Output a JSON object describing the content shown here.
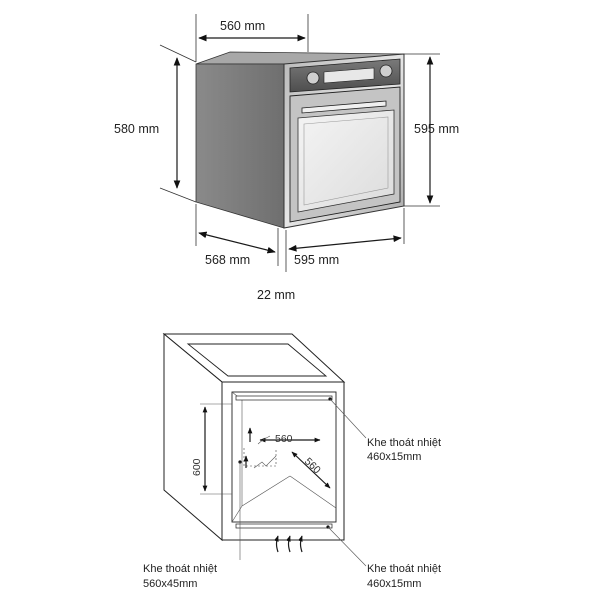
{
  "oven": {
    "dims": {
      "top_width": "560 mm",
      "left_height": "580 mm",
      "right_height": "595 mm",
      "bottom_depth": "568 mm",
      "bottom_width": "595 mm",
      "front_offset": "22 mm"
    }
  },
  "cabinet": {
    "height_label": "600",
    "inner_width_label": "560",
    "inner_depth_label": "560",
    "vent_top": {
      "title": "Khe thoát nhiệt",
      "size": "460x15mm"
    },
    "vent_left": {
      "title": "Khe thoát nhiệt",
      "size": "560x45mm"
    },
    "vent_bottom": {
      "title": "Khe thoát nhiệt",
      "size": "460x15mm"
    }
  }
}
